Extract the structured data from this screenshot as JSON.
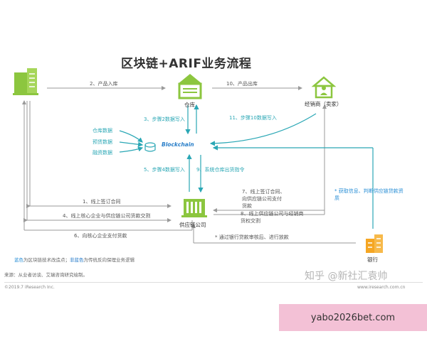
{
  "title": "区块链+ARIF业务流程",
  "nodes": {
    "warehouse": "仓库",
    "distributor": "经销商（卖家）",
    "supply_chain": "供应链公司",
    "bank": "银行",
    "blockchain": "Blockchain"
  },
  "flows": {
    "f2": "2、产品入库",
    "f10": "10、产品出库",
    "f3": "3、步骤2数据写入",
    "f11": "11、步骤10数据写入",
    "f5": "5、步骤4数据写入",
    "f9": "9、系统仓库出货指令",
    "f1": "1、线上签订合同",
    "f4": "4、线上核心企业与供应链公司货款交割",
    "f6": "6、向核心企业支付货款",
    "f7a": "7、线上签订合同、",
    "f7b": "向供应链公司支付",
    "f7c": "货款",
    "f8a": "8、线上供应链公司与经销商",
    "f8b": "货权交割",
    "bank_note": "* 通过银行贷款审核后、进行放款",
    "bank_info_a": "* 获取信息、判断供应链贷款资",
    "bank_info_b": "质"
  },
  "data_items": [
    "仓库数据",
    "预赁数据",
    "融资数据"
  ],
  "footnote": {
    "hl1": "蓝色",
    "text1": "为区块链技术改造点；",
    "hl2": "非蓝色",
    "text2": "为传统反向保理业务逻辑"
  },
  "source": "来源：从业者访谈、艾瑞咨询研究绘制。",
  "copyright": "©2019.7 iResearch Inc.",
  "site": "www.iresearch.com.cn",
  "watermark": "知乎 @新社汇袁帅",
  "overlay_link": "yabo2026bet.com",
  "colors": {
    "teal": "#2aa7b5",
    "green": "#8cc63f",
    "gray_arrow": "#9a9a9a",
    "blue": "#2a8fd6"
  }
}
